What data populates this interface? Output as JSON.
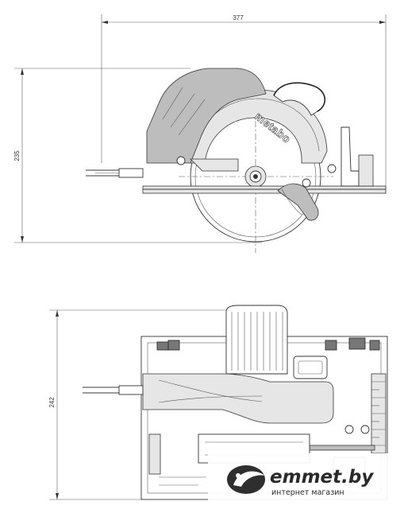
{
  "dimensions": {
    "width_top": "377",
    "height_side": "235",
    "height_top_view": "242"
  },
  "brand_label": "metabo",
  "watermark": {
    "site": "emmet.by",
    "tagline": "интернет магазин"
  }
}
